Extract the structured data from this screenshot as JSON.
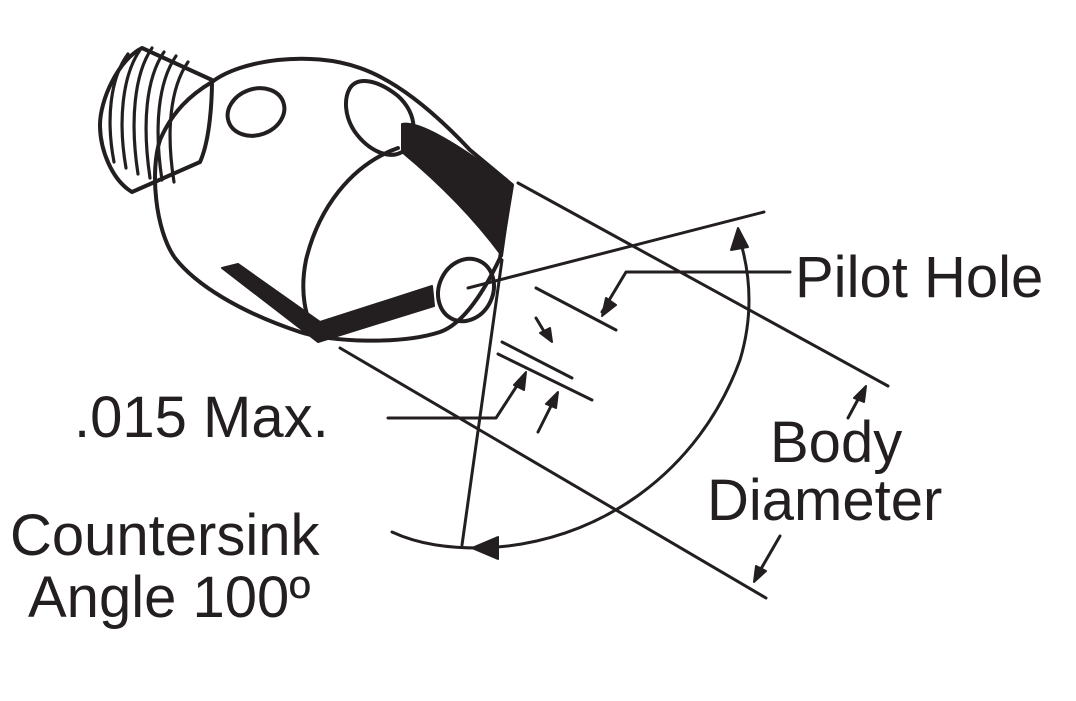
{
  "labels": {
    "pilot_hole": "Pilot Hole",
    "max_clearance": ".015 Max.",
    "body": "Body",
    "diameter": "Diameter",
    "countersink": "Countersink",
    "angle": "Angle 100º"
  },
  "colors": {
    "ink": "#231f20",
    "background": "#ffffff"
  }
}
